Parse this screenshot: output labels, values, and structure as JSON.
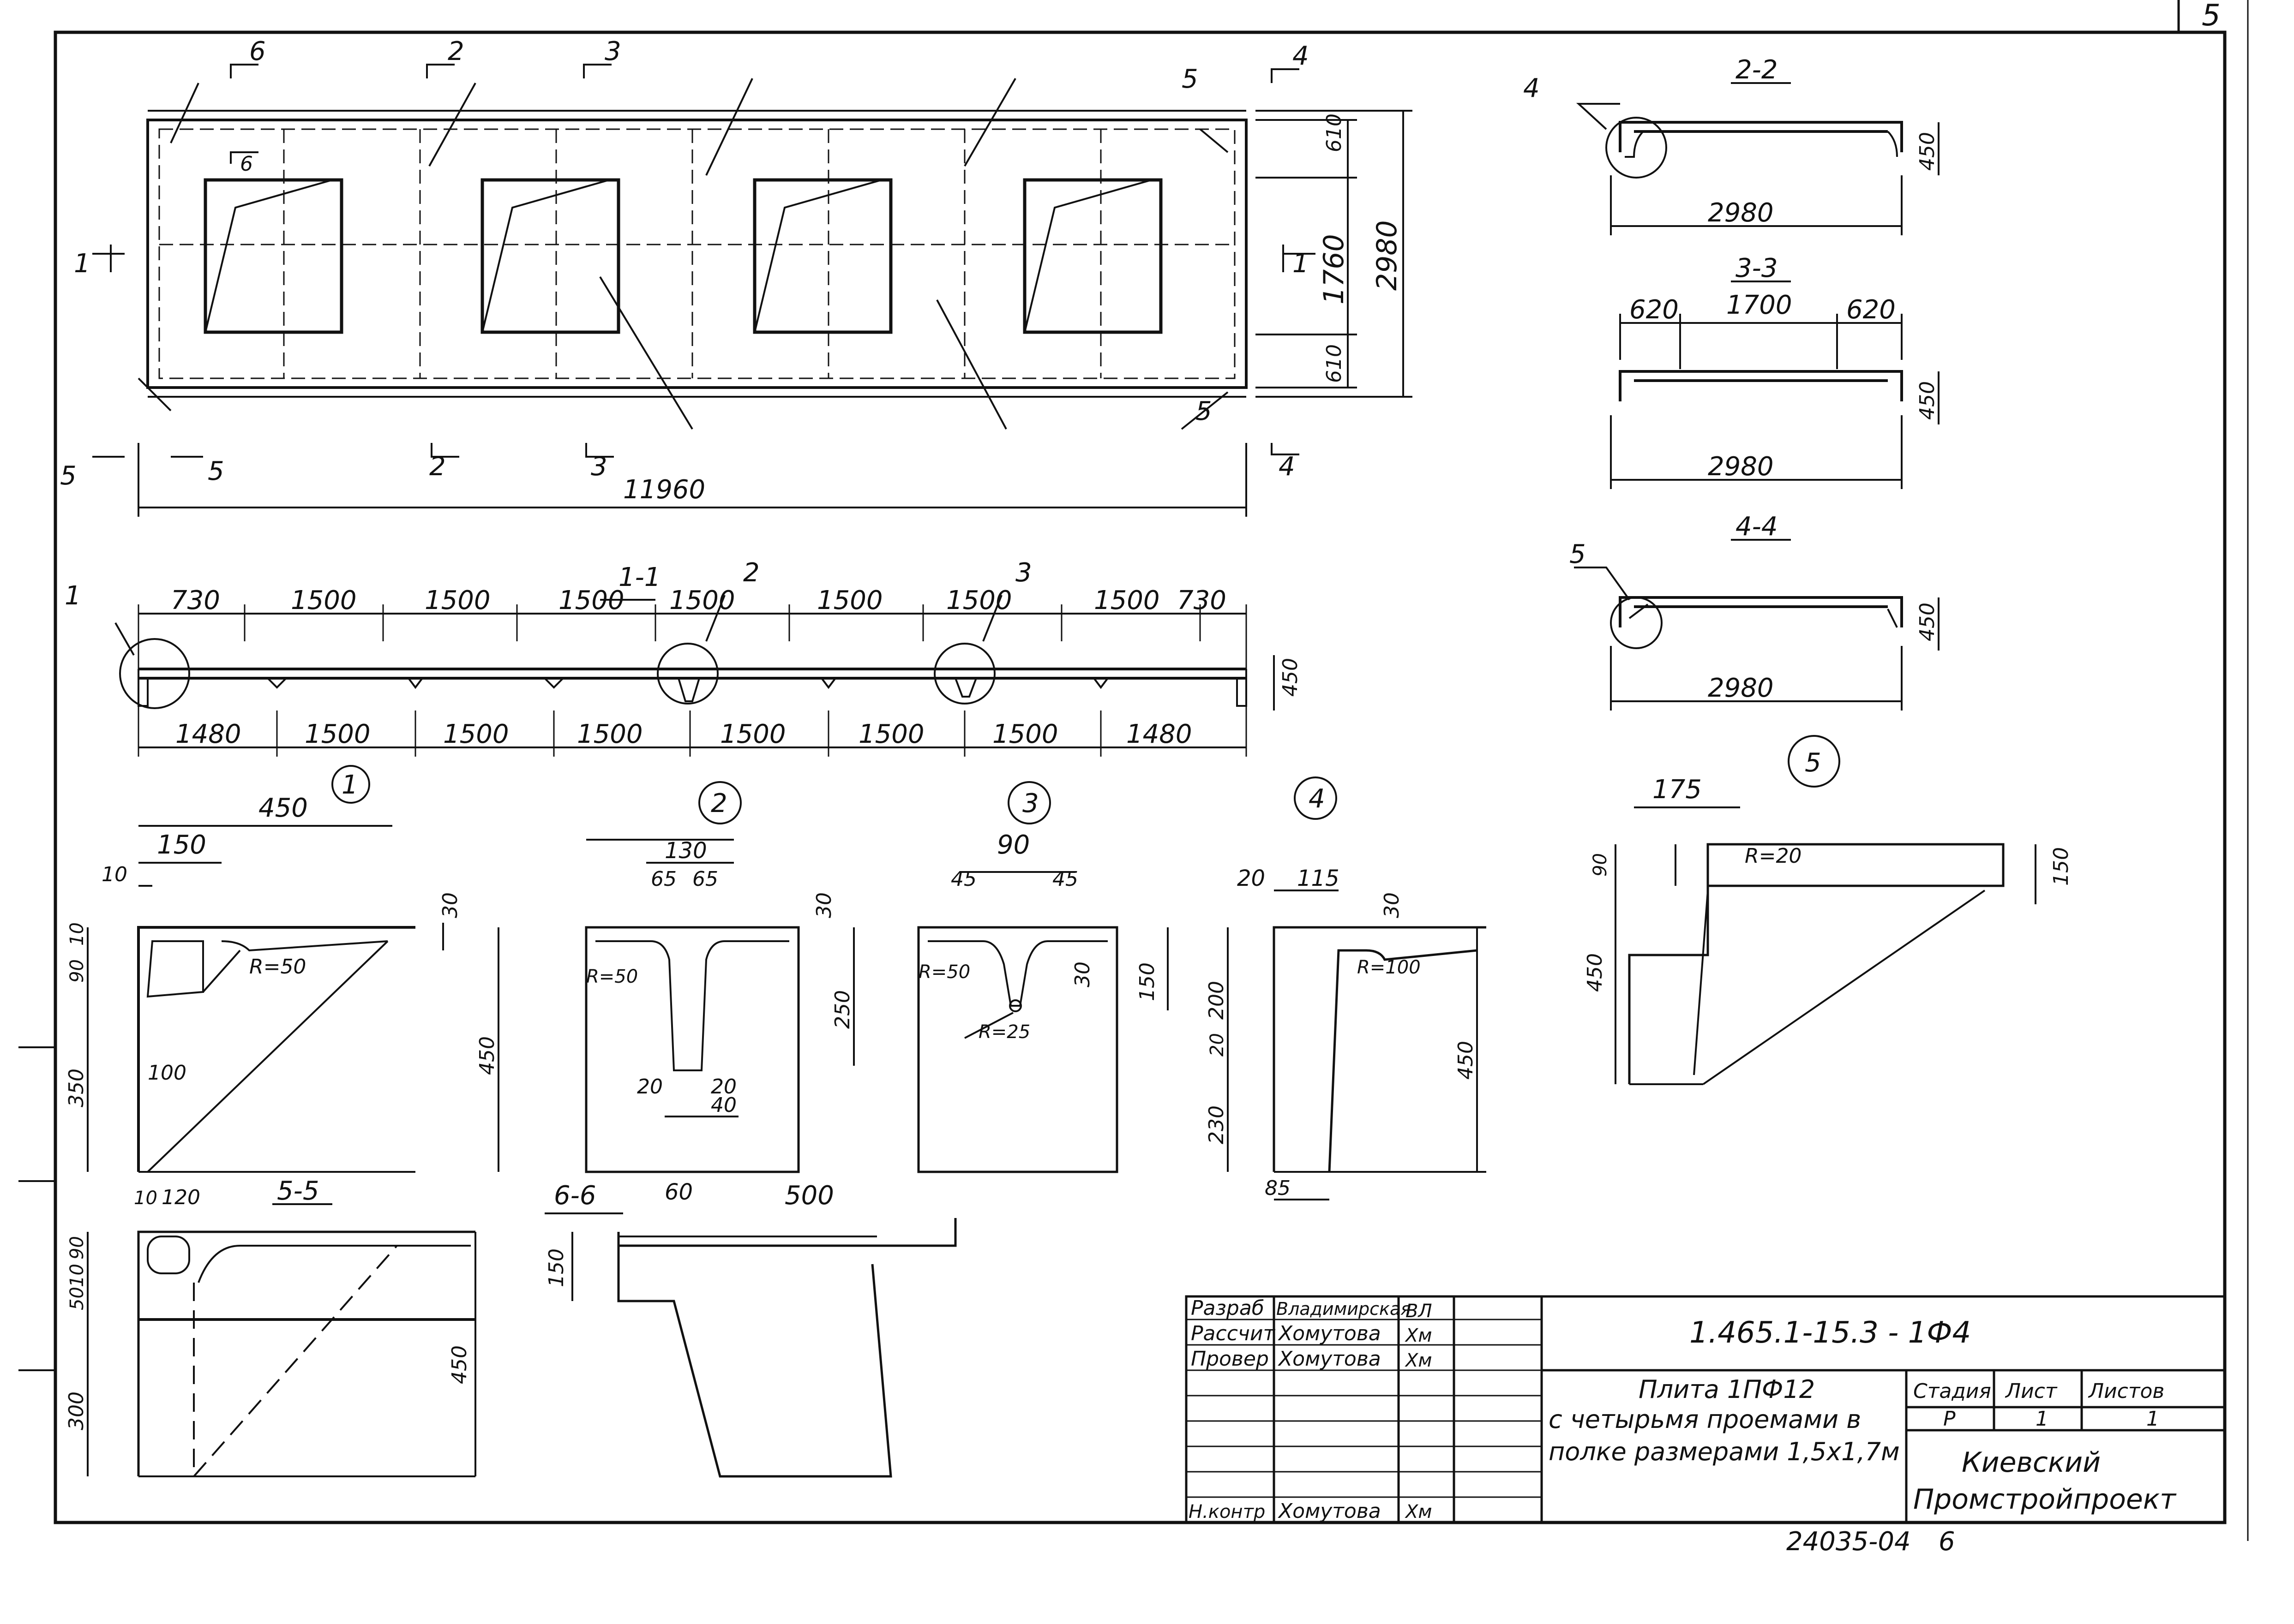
{
  "corner": {
    "sheet_number": "5"
  },
  "plan": {
    "cuts": {
      "c1": "1",
      "c2": "2",
      "c3": "3",
      "c4": "4",
      "c5": "5",
      "c6": "6"
    },
    "dims": {
      "width_total": "11960",
      "flange_top": "610",
      "opening": "1760",
      "flange_bottom": "610",
      "height_total": "2980"
    },
    "callouts": {
      "n5": "5"
    }
  },
  "section_1_1": {
    "title": "1-1",
    "callouts": {
      "n1": "1",
      "n2": "2",
      "n3": "3"
    },
    "top_dims": [
      "730",
      "1500",
      "1500",
      "1500",
      "1500",
      "1500",
      "1500",
      "1500",
      "730"
    ],
    "bottom_dims": [
      "1480",
      "1500",
      "1500",
      "1500",
      "1500",
      "1500",
      "1500",
      "1480"
    ],
    "height": "450"
  },
  "section_2_2": {
    "title": "2-2",
    "callout": "4",
    "width": "2980",
    "height": "450"
  },
  "section_3_3": {
    "title": "3-3",
    "top_dims": [
      "620",
      "1700",
      "620"
    ],
    "width": "2980",
    "height": "450"
  },
  "section_4_4": {
    "title": "4-4",
    "callout": "5",
    "width": "2980",
    "height": "450"
  },
  "details": {
    "d1": {
      "label": "1",
      "dims": {
        "w450": "450",
        "w150": "150",
        "w10": "10",
        "h30": "30",
        "h10": "10",
        "h90": "90",
        "h350": "350",
        "h450": "450",
        "w100": "100",
        "radius": "R=50"
      }
    },
    "d2": {
      "label": "2",
      "dims": {
        "w130": "130",
        "w65a": "65",
        "w65b": "65",
        "h30": "30",
        "h250": "250",
        "w20a": "20",
        "w20b": "20",
        "w40": "40",
        "radius": "R=50"
      }
    },
    "d3": {
      "label": "3",
      "dims": {
        "w90": "90",
        "w45a": "45",
        "w45b": "45",
        "h30": "30",
        "h150": "150",
        "radius1": "R=50",
        "radius2": "R=25"
      }
    },
    "d4": {
      "label": "4",
      "dims": {
        "w20": "20",
        "w115": "115",
        "h30": "30",
        "h200": "200",
        "h20": "20",
        "h230": "230",
        "h450": "450",
        "w85": "85",
        "radius": "R=100"
      }
    },
    "d5": {
      "label": "5",
      "dims": {
        "w175": "175",
        "h90": "90",
        "h150": "150",
        "h450": "450",
        "radius": "R=20"
      }
    }
  },
  "section_5_5": {
    "title": "5-5",
    "dims": {
      "w10": "10",
      "w120": "120",
      "h90": "90",
      "h10": "10",
      "h50": "50",
      "h300": "300",
      "h450": "450"
    }
  },
  "section_6_6": {
    "title": "6-6",
    "dims": {
      "w60": "60",
      "w500": "500",
      "h150": "150"
    }
  },
  "title_block": {
    "roles": [
      "Разраб",
      "Рассчит",
      "Провер",
      "Н.контр"
    ],
    "names": [
      "Владимирская",
      "Хомутова",
      "Хомутова",
      "Хомутова"
    ],
    "document_code": "1.465.1-15.3 - 1Ф4",
    "description": [
      "Плита 1ПФ12",
      "с четырьмя проемами в",
      "полке размерами 1,5х1,7м"
    ],
    "headers": [
      "Стадия",
      "Лист",
      "Листов"
    ],
    "values": [
      "Р",
      "1",
      "1"
    ],
    "organization": [
      "Киевский",
      "Промстройпроект"
    ],
    "archive_number": "24035-04",
    "sheet_index": "6"
  }
}
